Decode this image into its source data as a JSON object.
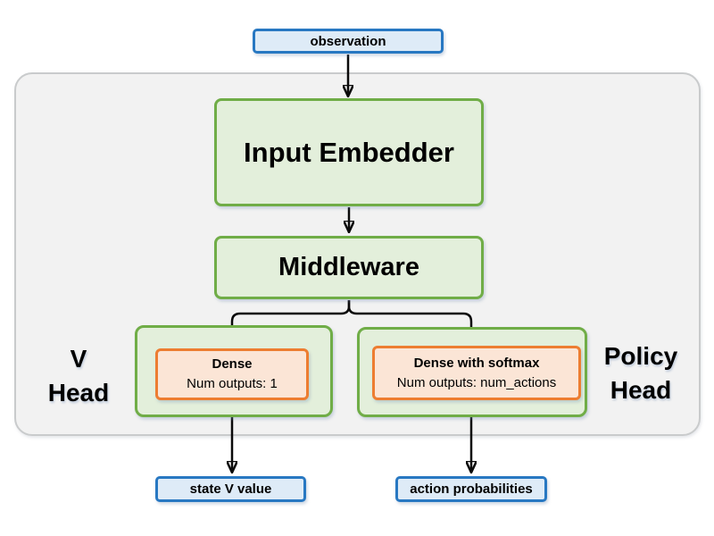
{
  "nodes": {
    "observation": {
      "label": "observation"
    },
    "input_embedder": {
      "label": "Input Embedder"
    },
    "middleware": {
      "label": "Middleware"
    },
    "v_head": {
      "label_line1": "V",
      "label_line2": "Head",
      "dense": {
        "title": "Dense",
        "subtitle": "Num outputs: 1"
      },
      "output": {
        "label": "state V value"
      }
    },
    "policy_head": {
      "label_line1": "Policy",
      "label_line2": "Head",
      "dense": {
        "title": "Dense with softmax",
        "subtitle": "Num outputs: num_actions"
      },
      "output": {
        "label": "action probabilities"
      }
    }
  },
  "colors": {
    "io_box_fill": "#DEEBF7",
    "io_box_border": "#2878C2",
    "block_fill": "#E3EFDB",
    "block_border": "#70AD47",
    "dense_fill": "#FBE5D6",
    "dense_border": "#ED7D31",
    "panel_fill": "#F2F2F2",
    "panel_border": "#C9CBCC",
    "arrow_color": "#0A0A0A",
    "text_color": "#000000"
  }
}
